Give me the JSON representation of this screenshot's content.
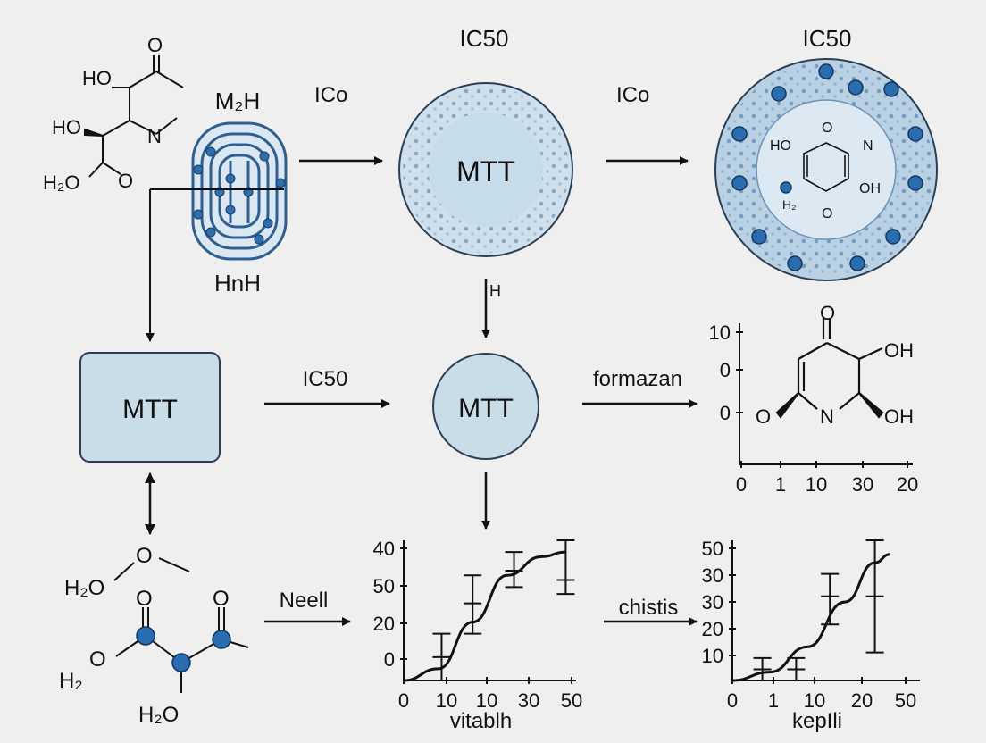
{
  "top_titles": {
    "center": "IC50",
    "right": "IC50"
  },
  "arrow_labels": {
    "ico_left": "ICo",
    "ico_right": "ICo",
    "h_down": "H",
    "ic50_mid": "IC50",
    "formazan": "formazan",
    "neell": "Neell",
    "chistis": "chistis"
  },
  "molecule_top_left": {
    "atoms": [
      "O",
      "HO",
      "N",
      "HO",
      "H₂O",
      "O"
    ]
  },
  "enzyme": {
    "top_label": "M₂H",
    "bottom_label": "HnH"
  },
  "cell_top": {
    "label": "MTT"
  },
  "mtt_box": {
    "label": "MTT"
  },
  "mtt_circle": {
    "label": "MTT"
  },
  "ring_molecule": {
    "atoms": [
      "O",
      "HO",
      "N",
      "OH",
      "H₂",
      "O"
    ]
  },
  "formazan_structure": {
    "atoms": [
      "O",
      "OH",
      "O",
      "N",
      "OH"
    ]
  },
  "molecule_bottom_left": {
    "atoms": [
      "O",
      "H₂O",
      "O",
      "O",
      "H₂",
      "O",
      "H₂O"
    ]
  },
  "chart_data": [
    {
      "type": "scatter",
      "title": "",
      "xlabel": "",
      "ylabel": "",
      "x_tick_labels": [
        "0",
        "1",
        "10",
        "30",
        "20"
      ],
      "y_tick_labels": [
        "10",
        "0",
        "0"
      ],
      "series": []
    },
    {
      "type": "line",
      "title": "",
      "xlabel": "vitablh",
      "ylabel": "",
      "x_tick_labels": [
        "0",
        "10",
        "10",
        "30",
        "50"
      ],
      "y_tick_labels": [
        "40",
        "50",
        "20",
        "0"
      ],
      "series": [
        {
          "x": [
            0,
            10,
            20,
            30,
            40,
            47
          ],
          "y": [
            0,
            5,
            25,
            45,
            53,
            55
          ]
        }
      ],
      "error_bars": [
        {
          "x": 11,
          "y": 10,
          "low": 0,
          "high": 20
        },
        {
          "x": 20,
          "y": 33,
          "low": 20,
          "high": 45
        },
        {
          "x": 32,
          "y": 47,
          "low": 40,
          "high": 55
        },
        {
          "x": 47,
          "y": 43,
          "low": 37,
          "high": 60
        }
      ]
    },
    {
      "type": "line",
      "title": "",
      "xlabel": "kepIli",
      "ylabel": "",
      "x_tick_labels": [
        "0",
        "1",
        "10",
        "20",
        "50"
      ],
      "y_tick_labels": [
        "50",
        "30",
        "30",
        "20",
        "10"
      ],
      "series": [
        {
          "x": [
            0,
            10,
            20,
            30,
            38,
            42
          ],
          "y": [
            0,
            3,
            12,
            28,
            42,
            45
          ]
        }
      ],
      "error_bars": [
        {
          "x": 8,
          "y": 4,
          "low": 0,
          "high": 8
        },
        {
          "x": 17,
          "y": 4,
          "low": 0,
          "high": 8
        },
        {
          "x": 26,
          "y": 30,
          "low": 20,
          "high": 38
        },
        {
          "x": 38,
          "y": 30,
          "low": 10,
          "high": 50
        }
      ]
    }
  ]
}
